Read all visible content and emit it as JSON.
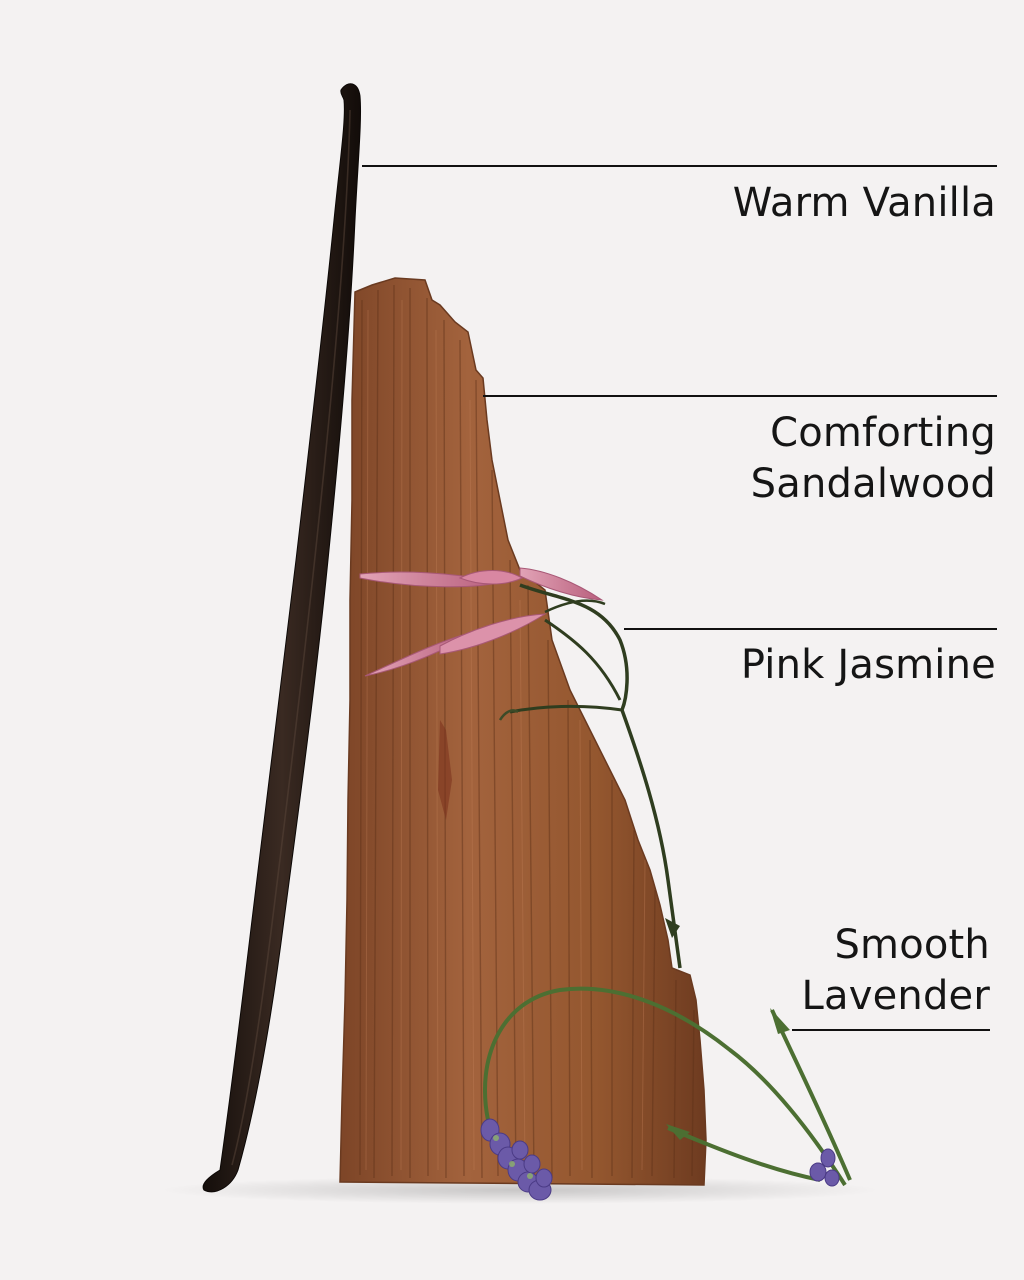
{
  "image": {
    "kind": "product ingredient photograph",
    "background_color": "#f4f2f2"
  },
  "ingredients": {
    "vanilla": {
      "label": "Warm Vanilla",
      "object": "vanilla-bean-pod",
      "color": "#1f1713"
    },
    "sandalwood": {
      "line1": "Comforting",
      "line2": "Sandalwood",
      "object": "sandalwood-chunk",
      "color": "#9a5a36"
    },
    "jasmine": {
      "label": "Pink Jasmine",
      "object": "pink-jasmine-sprig",
      "color": "#d4849a"
    },
    "lavender": {
      "line1": "Smooth",
      "line2": "Lavender",
      "object": "lavender-sprig",
      "color": "#6b5aa8"
    }
  },
  "annotation": {
    "line_color": "#111111"
  }
}
